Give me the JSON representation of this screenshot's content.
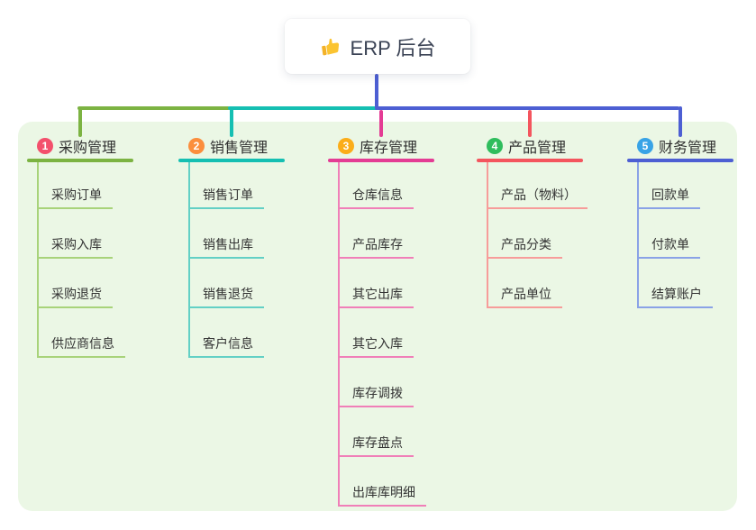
{
  "root": {
    "label": "ERP 后台",
    "icon": "thumbs-up-icon"
  },
  "colors": {
    "canvas_bg": "#ffffff",
    "panel_bg": "#ebf7e5",
    "root_text": "#3a4254",
    "root_connector": "#4d5fd3",
    "title_text": "#2f2f2f",
    "child_text": "#333333",
    "thumb_yellow": "#fbc431"
  },
  "branches": [
    {
      "num": "1",
      "title": "采购管理",
      "badge_color": "#f3506c",
      "line_color": "#7cb342",
      "child_color": "#a8d37a",
      "children": [
        "采购订单",
        "采购入库",
        "采购退货",
        "供应商信息"
      ]
    },
    {
      "num": "2",
      "title": "销售管理",
      "badge_color": "#fb8e3d",
      "line_color": "#15bfb2",
      "child_color": "#63d0c5",
      "children": [
        "销售订单",
        "销售出库",
        "销售退货",
        "客户信息"
      ]
    },
    {
      "num": "3",
      "title": "库存管理",
      "badge_color": "#fbad19",
      "line_color": "#e43c94",
      "child_color": "#f07fb8",
      "children": [
        "仓库信息",
        "产品库存",
        "其它出库",
        "其它入库",
        "库存调拨",
        "库存盘点",
        "出库库明细"
      ]
    },
    {
      "num": "4",
      "title": "产品管理",
      "badge_color": "#2fbd5d",
      "line_color": "#f4555e",
      "child_color": "#f79c9a",
      "children": [
        "产品（物料）",
        "产品分类",
        "产品单位"
      ]
    },
    {
      "num": "5",
      "title": "财务管理",
      "badge_color": "#38a3e6",
      "line_color": "#4d5fd3",
      "child_color": "#8aa2e6",
      "children": [
        "回款单",
        "付款单",
        "结算账户"
      ]
    }
  ]
}
